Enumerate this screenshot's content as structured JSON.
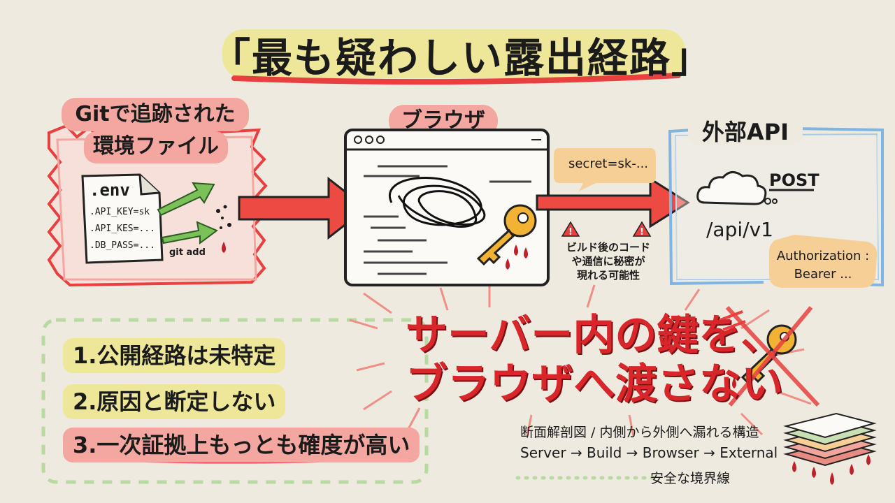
{
  "title": "「最も疑わしい露出経路」",
  "left_panel": {
    "title_line1": "Gitで追跡された",
    "title_line2": "環境ファイル",
    "file_name": ".env",
    "file_lines": [
      ".API_KEY=sk",
      ".API_KES=...",
      ".DB_PASS=..."
    ],
    "action": "git add"
  },
  "middle_panel": {
    "title": "ブラウザ"
  },
  "right_panel": {
    "title": "外部API",
    "method": "POST",
    "endpoint": "/api/v1",
    "header_line1": "Authorization :",
    "header_line2": "Bearer ..."
  },
  "bubble_secret": "secret=sk-...",
  "warning_text": [
    "ビルド後のコード",
    "や通信に秘密が",
    "現れる可能性"
  ],
  "steps": [
    "1.公開経路は未特定",
    "2.原因と断定しない",
    "3.一次証拠上もっとも確度が高い"
  ],
  "headline": [
    "サーバー内の鍵を、",
    "ブラウザへ渡さない"
  ],
  "cross_section": {
    "caption": "断面解剖図 / 内側から外側へ漏れる構造",
    "flow": "Server → Build → Browser → External",
    "footer": "安全な境界線"
  },
  "colors": {
    "red": "#e8403f",
    "pink": "#f4a6a0",
    "green": "#c8e0b4",
    "yellow": "#eee79a",
    "blue": "#7fb4e3",
    "orange": "#f6cf97"
  },
  "icons": [
    "file-icon",
    "arrow-icon",
    "key-icon",
    "cloud-icon",
    "warning-icon",
    "layers-icon",
    "blood-drop-icon"
  ]
}
